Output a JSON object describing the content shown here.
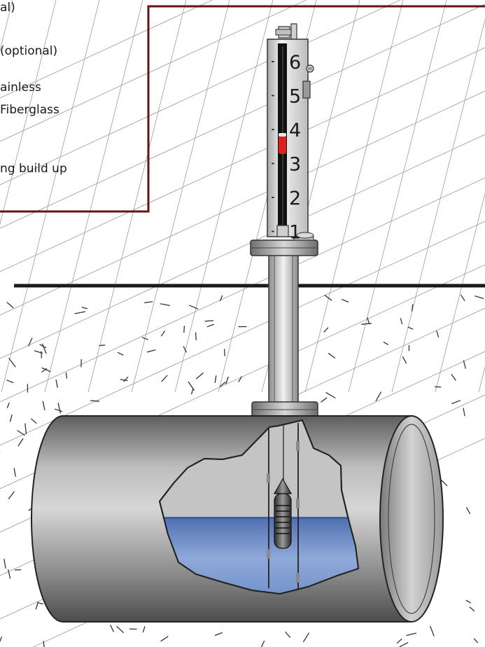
{
  "callout": {
    "lines": [
      "al)",
      "(optional)",
      "ainless",
      "Fiberglass",
      "ng build up"
    ],
    "border_color": "#6b1010"
  },
  "gauge": {
    "scale": [
      "6",
      "5",
      "4",
      "3",
      "2",
      "1"
    ],
    "indicator_color": "#e02020"
  },
  "colors": {
    "liquid": "#6f8fc8",
    "tank_body": "#9a9a9a",
    "tank_cutout": "#c4c4c4",
    "ground_line": "#1a1a1a"
  }
}
